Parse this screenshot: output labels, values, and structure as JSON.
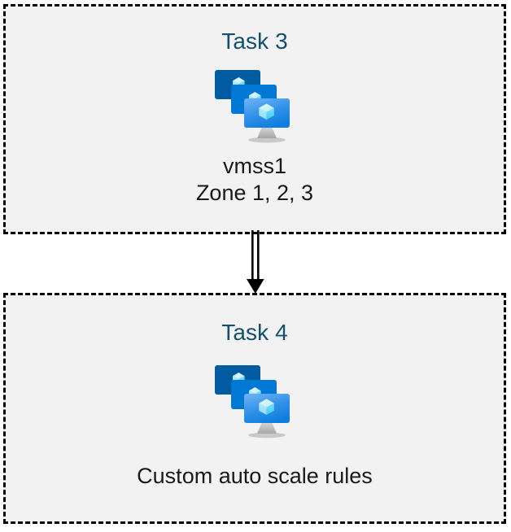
{
  "diagram": {
    "background_color": "#ffffff",
    "box_fill_color": "#f2f2f2",
    "box_border_color": "#000000",
    "title_color": "#12506e",
    "label_color": "#1a1a1a",
    "arrow_color": "#000000"
  },
  "nodes": [
    {
      "id": "task3",
      "title": "Task 3",
      "icon": "azure-vm-scale-set-icon",
      "labels": [
        "vmss1",
        "Zone 1, 2, 3"
      ]
    },
    {
      "id": "task4",
      "title": "Task 4",
      "icon": "azure-vm-scale-set-icon",
      "labels": [
        "Custom auto scale rules"
      ]
    }
  ],
  "connector": {
    "name": "double-line-arrow-down",
    "from": "task3",
    "to": "task4",
    "direction": "down"
  },
  "icon_colors": {
    "monitor_back": "#005ba1",
    "monitor_middle": "#0078d4",
    "monitor_front_top": "#5ea0ef",
    "monitor_front_bottom": "#0f80e0",
    "cube_light": "#c3f1ff",
    "cube_mid": "#9cdcf5",
    "cube_dark": "#50d6f7",
    "stand": "#b3b3b3"
  }
}
